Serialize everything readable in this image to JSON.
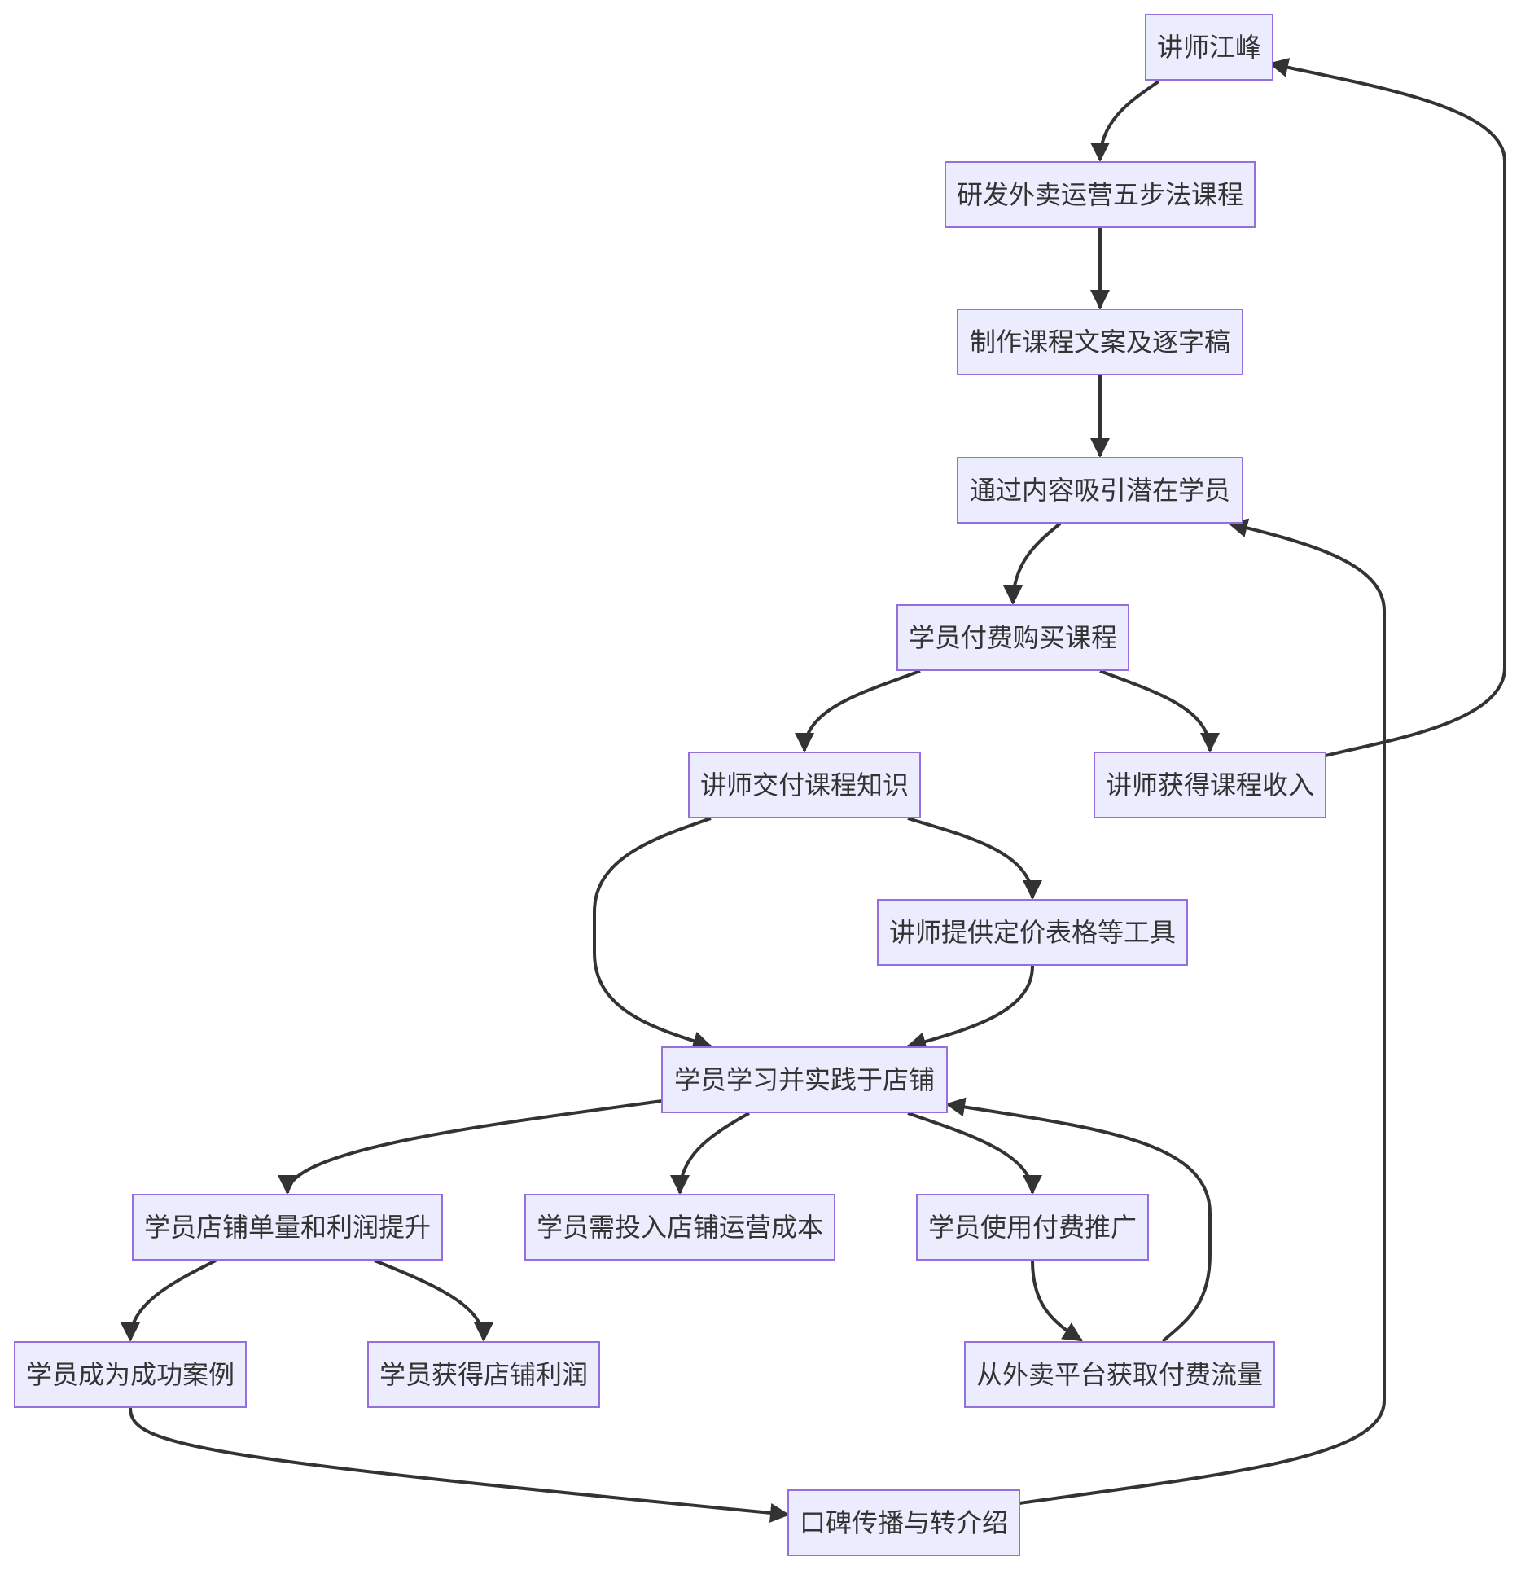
{
  "diagram": {
    "type": "flowchart",
    "colors": {
      "node_fill": "#ECECFF",
      "node_border": "#9370DB",
      "edge": "#333333",
      "text": "#333333"
    },
    "nodes": [
      {
        "id": "n1",
        "label": "讲师江峰"
      },
      {
        "id": "n2",
        "label": "研发外卖运营五步法课程"
      },
      {
        "id": "n3",
        "label": "制作课程文案及逐字稿"
      },
      {
        "id": "n4",
        "label": "通过内容吸引潜在学员"
      },
      {
        "id": "n5",
        "label": "学员付费购买课程"
      },
      {
        "id": "n6",
        "label": "讲师交付课程知识"
      },
      {
        "id": "n7",
        "label": "讲师获得课程收入"
      },
      {
        "id": "n8",
        "label": "讲师提供定价表格等工具"
      },
      {
        "id": "n9",
        "label": "学员学习并实践于店铺"
      },
      {
        "id": "n10",
        "label": "学员店铺单量和利润提升"
      },
      {
        "id": "n11",
        "label": "学员需投入店铺运营成本"
      },
      {
        "id": "n12",
        "label": "学员使用付费推广"
      },
      {
        "id": "n13",
        "label": "学员成为成功案例"
      },
      {
        "id": "n14",
        "label": "学员获得店铺利润"
      },
      {
        "id": "n15",
        "label": "从外卖平台获取付费流量"
      },
      {
        "id": "n16",
        "label": "口碑传播与转介绍"
      }
    ],
    "edges": [
      {
        "from": "n1",
        "to": "n2"
      },
      {
        "from": "n2",
        "to": "n3"
      },
      {
        "from": "n3",
        "to": "n4"
      },
      {
        "from": "n4",
        "to": "n5"
      },
      {
        "from": "n5",
        "to": "n6"
      },
      {
        "from": "n5",
        "to": "n7"
      },
      {
        "from": "n7",
        "to": "n1"
      },
      {
        "from": "n6",
        "to": "n9"
      },
      {
        "from": "n6",
        "to": "n8"
      },
      {
        "from": "n8",
        "to": "n9"
      },
      {
        "from": "n9",
        "to": "n10"
      },
      {
        "from": "n9",
        "to": "n11"
      },
      {
        "from": "n9",
        "to": "n12"
      },
      {
        "from": "n12",
        "to": "n15"
      },
      {
        "from": "n15",
        "to": "n9"
      },
      {
        "from": "n10",
        "to": "n13"
      },
      {
        "from": "n10",
        "to": "n14"
      },
      {
        "from": "n13",
        "to": "n16"
      },
      {
        "from": "n16",
        "to": "n4"
      }
    ]
  }
}
